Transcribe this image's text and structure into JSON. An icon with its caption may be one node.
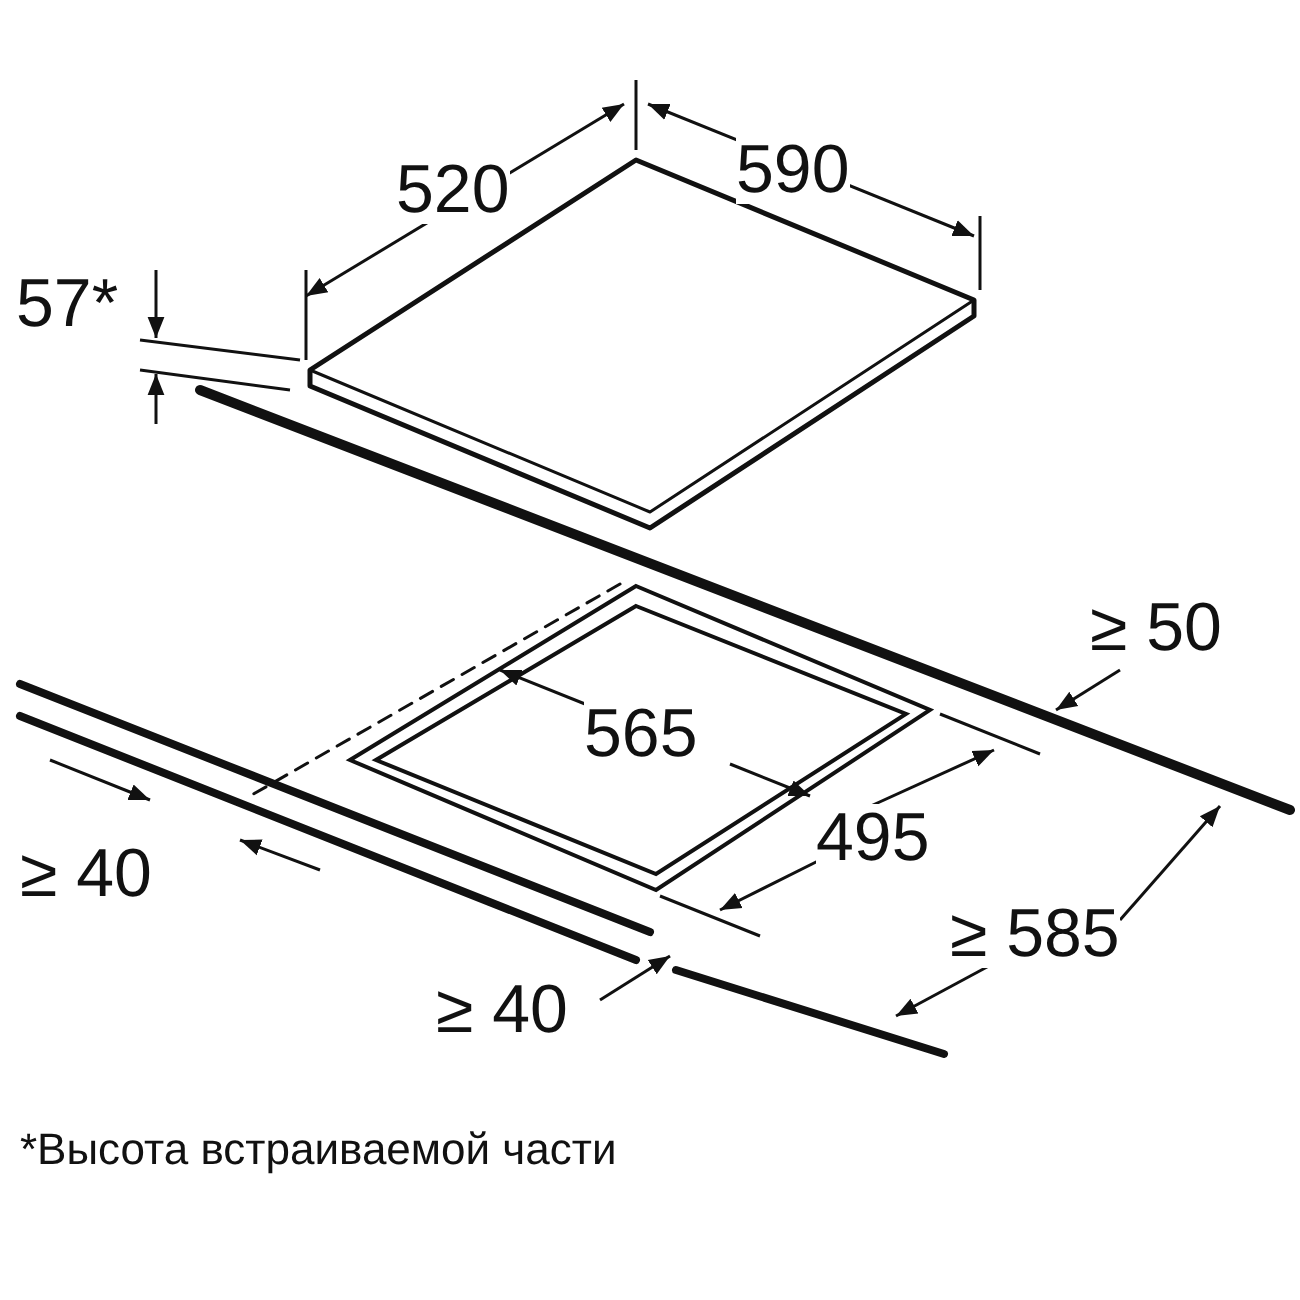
{
  "diagram": {
    "caption": "*Высота встраиваемой части",
    "labels": [
      "520",
      "590",
      "57*",
      "≥ 50",
      "565",
      "≥ 40",
      "495",
      "≥ 585",
      "≥ 40"
    ]
  }
}
